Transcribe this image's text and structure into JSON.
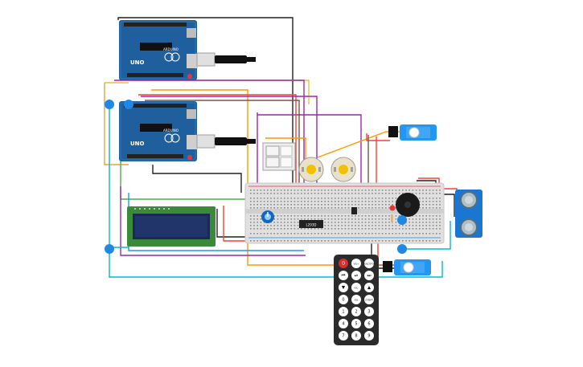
{
  "arduino_top": {
    "model": "UNO",
    "brand": "ARDUINO",
    "colors": {
      "board": "#1f5f9e",
      "board_dark": "#16497a"
    }
  },
  "arduino_bottom": {
    "model": "UNO",
    "brand": "ARDUINO"
  },
  "lcd": {
    "colors": {
      "pcb": "#3a8a3a",
      "screen": "#1b2a55"
    }
  },
  "ic": {
    "label": "L293D"
  },
  "remote": {
    "colors": {
      "body": "#2b2b2b",
      "power": "#d32f2f",
      "key": "#ffffff"
    },
    "top_rows": [
      [
        "power-icon",
        "VOL+",
        "FUNC/STOP"
      ],
      [
        "prev-icon",
        "play-pause-icon",
        "next-icon"
      ],
      [
        "down-icon",
        "VOL-",
        "up-icon"
      ],
      [
        "0",
        "EQ",
        "ST/REPT"
      ]
    ],
    "digit_rows": [
      [
        "1",
        "2",
        "3"
      ],
      [
        "4",
        "5",
        "6"
      ],
      [
        "7",
        "8",
        "9"
      ]
    ]
  },
  "wire_colors": [
    "#e6a33a",
    "#9c27b0",
    "#2196f3",
    "#4caf50",
    "#f44336",
    "#212121",
    "#00bcd4",
    "#ff9800",
    "#795548",
    "#cddc39"
  ],
  "junction_color": "#1e88e5"
}
